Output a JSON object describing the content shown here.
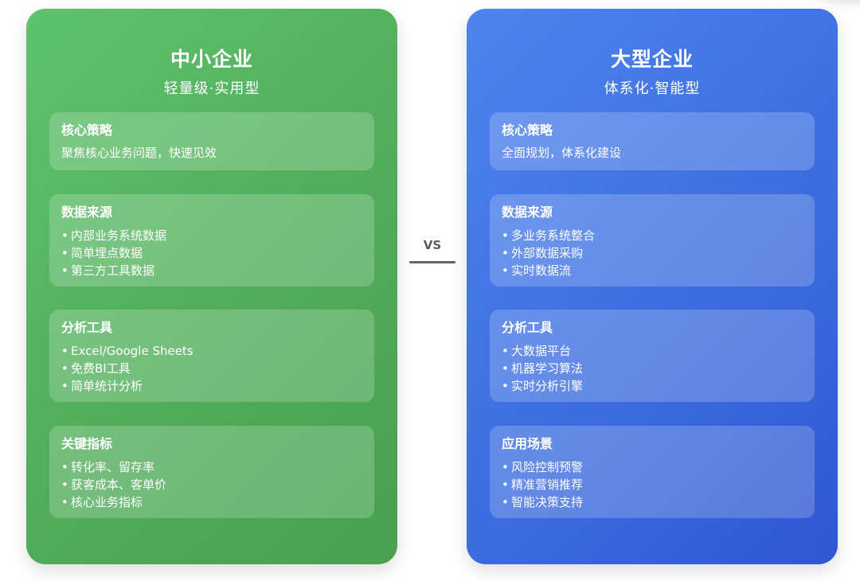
{
  "left_panel": {
    "title": "中小企业",
    "subtitle": "轻量级·实用型",
    "color": "#55b462",
    "cards": [
      {
        "title": "核心策略",
        "text": "聚焦核心业务问题，快速见效"
      },
      {
        "title": "数据来源",
        "items": [
          "内部业务系统数据",
          "简单埋点数据",
          "第三方工具数据"
        ]
      },
      {
        "title": "分析工具",
        "items": [
          "Excel/Google Sheets",
          "免费BI工具",
          "简单统计分析"
        ]
      },
      {
        "title": "关键指标",
        "items": [
          "转化率、留存率",
          "获客成本、客单价",
          "核心业务指标"
        ]
      }
    ]
  },
  "divider": {
    "label": "VS",
    "color": "#5f6775"
  },
  "right_panel": {
    "title": "大型企业",
    "subtitle": "体系化·智能型",
    "color": "#3f70e2",
    "cards": [
      {
        "title": "核心策略",
        "text": "全面规划，体系化建设"
      },
      {
        "title": "数据来源",
        "items": [
          "多业务系统整合",
          "外部数据采购",
          "实时数据流"
        ]
      },
      {
        "title": "分析工具",
        "items": [
          "大数据平台",
          "机器学习算法",
          "实时分析引擎"
        ]
      },
      {
        "title": "应用场景",
        "items": [
          "风险控制预警",
          "精准营销推荐",
          "智能决策支持"
        ]
      }
    ]
  }
}
